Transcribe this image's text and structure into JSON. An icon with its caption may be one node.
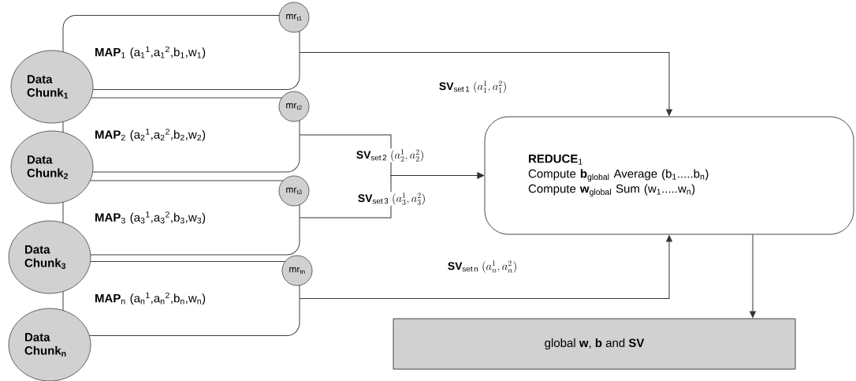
{
  "diagram": {
    "nodes": [
      {
        "text": [
          "Data Chunk$_{1}$"
        ]
      },
      {
        "text": [
          "Data Chunk$_{2}$"
        ]
      },
      {
        "text": [
          "Data Chunk$_{3}$"
        ]
      },
      {
        "text": [
          "Data Chunk$_{n}$"
        ]
      },
      {
        "text": [
          "mr$_{t1}$"
        ]
      },
      {
        "text": [
          "mr$_{t2}$"
        ]
      },
      {
        "text": [
          "mr$_{t3}$"
        ]
      },
      {
        "text": [
          "mr$_{tn}$"
        ]
      },
      {
        "text": [
          "**MAP**$_{1}$ (a$_{1}$$^{1}$,a$_{1}$$^{2}$,b$_{1}$,w$_{1}$)"
        ]
      },
      {
        "text": [
          "**MAP**$_{2}$ (a$_{2}$$^{1}$,a$_{2}$$^{2}$,b$_{2}$,w$_{2}$)"
        ]
      },
      {
        "text": [
          "**MAP**$_{3}$ (a$_{3}$$^{1}$,a$_{3}$$^{2}$,b$_{3}$,w$_{3}$)"
        ]
      },
      {
        "text": [
          "**MAP**$_{n}$ (a$_{n}$$^{1}$,a$_{n}$$^{2}$,b$_{n}$,w$_{n}$)"
        ]
      },
      {
        "text": [
          "**REDUCE**$_{1}$",
          "Compute **b**$_{global}$ Average (b$_{1}$.....b$_{n}$)",
          "Compute **w**$_{global}$ Sum (w$_{1}$.....w$_{n}$)"
        ]
      },
      {
        "text": [
          "global **w**, **b** and **SV**"
        ]
      }
    ],
    "edges": [
      {
        "from": 8,
        "to": 12,
        "arrow": "to",
        "label": "\\mathbf{SV}_{\\mathrm{set\\,1}}\\ (a_{1}^{1},a_{1}^{2})"
      },
      {
        "from": 9,
        "to": 12,
        "arrow": "to",
        "label": "\\mathbf{SV}_{\\mathrm{set\\,2}}\\ (a_{2}^{1},a_{2}^{2})"
      },
      {
        "from": 10,
        "to": 12,
        "arrow": "to",
        "label": "\\mathbf{SV}_{\\mathrm{set\\,3}}\\ (a_{3}^{1},a_{3}^{2})"
      },
      {
        "from": 11,
        "to": 12,
        "arrow": "to",
        "label": "\\mathbf{SV}_{\\mathrm{set\\,n}}\\ (a_{n}^{1},a_{n}^{2})"
      },
      {
        "from": 12,
        "to": 13,
        "arrow": "to"
      }
    ]
  }
}
